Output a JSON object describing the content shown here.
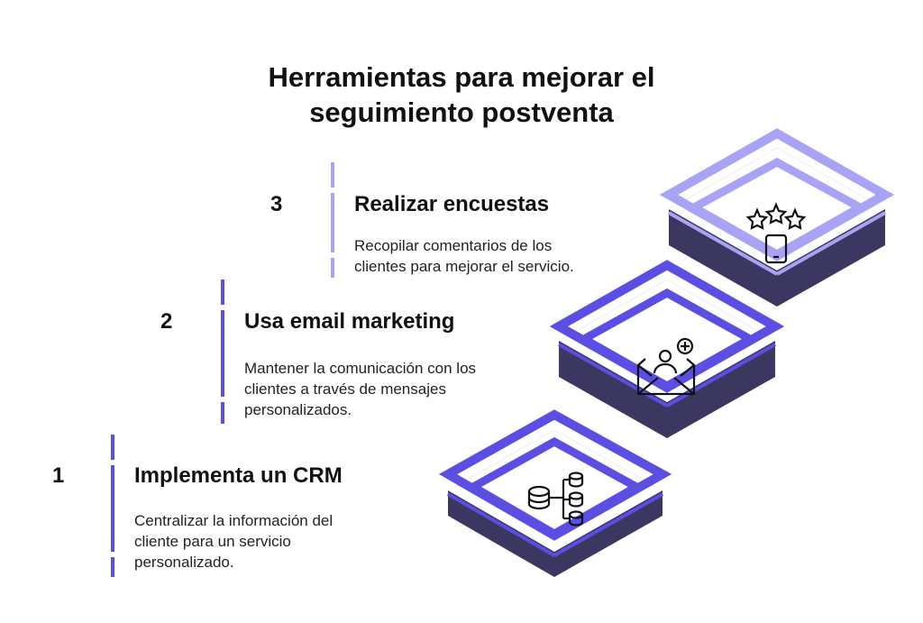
{
  "title": {
    "line1": "Herramientas para mejorar el",
    "line2": "seguimiento postventa"
  },
  "steps": [
    {
      "number": "1",
      "title": "Implementa un CRM",
      "description": [
        "Centralizar la información del",
        "cliente para un servicio",
        "personalizado."
      ],
      "icon": "database-network-icon",
      "color": "#5b4ee3"
    },
    {
      "number": "2",
      "title": "Usa email marketing",
      "description": [
        "Mantener la comunicación con los",
        "clientes a través de mensajes",
        "personalizados."
      ],
      "icon": "email-contact-add-icon",
      "color": "#5b4ee3"
    },
    {
      "number": "3",
      "title": "Realizar encuestas",
      "description": [
        "Recopilar comentarios de los",
        "clientes para mejorar el servicio."
      ],
      "icon": "phone-rating-stars-icon",
      "color": "#a9a3f5"
    }
  ],
  "colors": {
    "dark_side": "#3b3760",
    "accent": "#5b4ee3",
    "light_accent": "#a9a3f5"
  }
}
